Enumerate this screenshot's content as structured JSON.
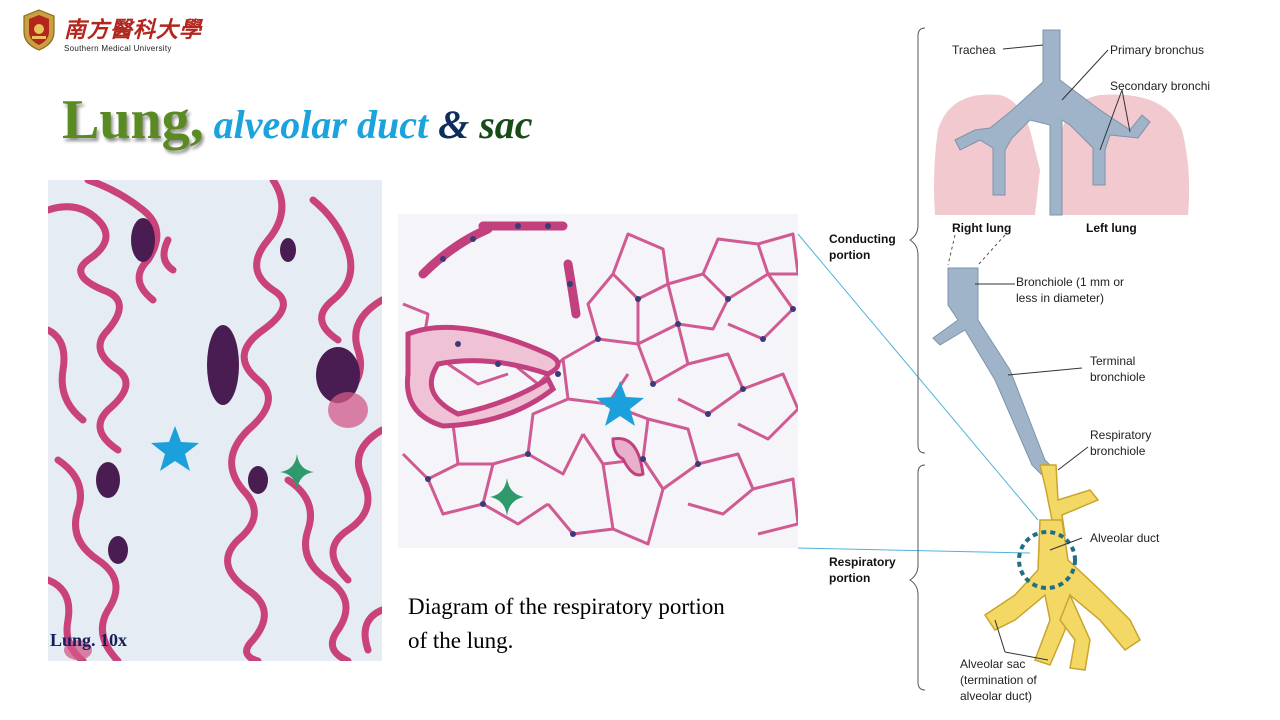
{
  "logo": {
    "chinese_name": "南方醫科大學",
    "english_name": "Southern Medical University"
  },
  "title": {
    "part1": "Lung,",
    "part2": "alveolar duct",
    "part3": "&",
    "part4": "sac"
  },
  "micrograph_left": {
    "label": "Lung. 10x"
  },
  "caption": "Diagram  of the respiratory portion of the lung.",
  "diagram": {
    "labels": {
      "trachea": "Trachea",
      "primary_bronchus": "Primary bronchus",
      "secondary_bronchi": "Secondary bronchi",
      "right_lung": "Right lung",
      "left_lung": "Left lung",
      "conducting_portion_1": "Conducting",
      "conducting_portion_2": "portion",
      "bronchiole_1": "Bronchiole (1 mm or",
      "bronchiole_2": "less in diameter)",
      "terminal_bronchiole_1": "Terminal",
      "terminal_bronchiole_2": "bronchiole",
      "respiratory_bronchiole_1": "Respiratory",
      "respiratory_bronchiole_2": "bronchiole",
      "alveolar_duct": "Alveolar duct",
      "respiratory_portion_1": "Respiratory",
      "respiratory_portion_2": "portion",
      "alveolar_sac_1": "Alveolar sac",
      "alveolar_sac_2": "(termination of",
      "alveolar_sac_3": "alveolar duct)"
    },
    "colors": {
      "airway_blue": "#9fb4c9",
      "lung_pink": "#f1c9ce",
      "respiratory_yellow": "#f3d865",
      "highlight_circle": "#1f6f86",
      "connector_line": "#4fb3d9"
    }
  },
  "markers": {
    "star_color": "#1ba0dc",
    "sparkle_color": "#2e9a6c"
  }
}
